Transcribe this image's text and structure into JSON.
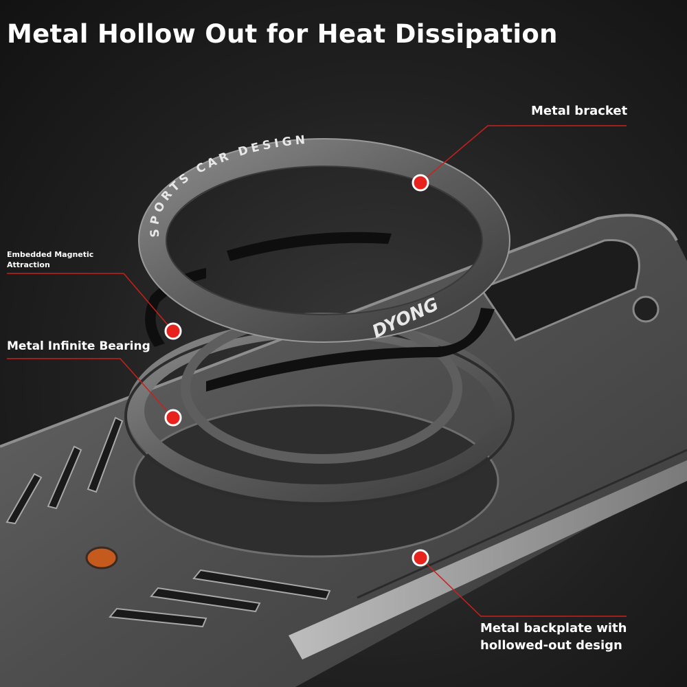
{
  "headline": "Metal Hollow Out for Heat Dissipation",
  "callouts": {
    "metal_bracket": "Metal bracket",
    "magnetic_line1": "Embedded Magnetic",
    "magnetic_line2": "Attraction",
    "bearing": "Metal Infinite Bearing",
    "backplate_line1": "Metal backplate with",
    "backplate_line2": "hollowed-out design"
  },
  "engraving": {
    "ring_text": "SPORTS CAR DESIGN",
    "brand": "DYONG"
  },
  "colors": {
    "accent_dot": "#e8231e",
    "leader_line": "#c8211c",
    "text": "#ffffff",
    "metal": "#5a5a5a"
  }
}
